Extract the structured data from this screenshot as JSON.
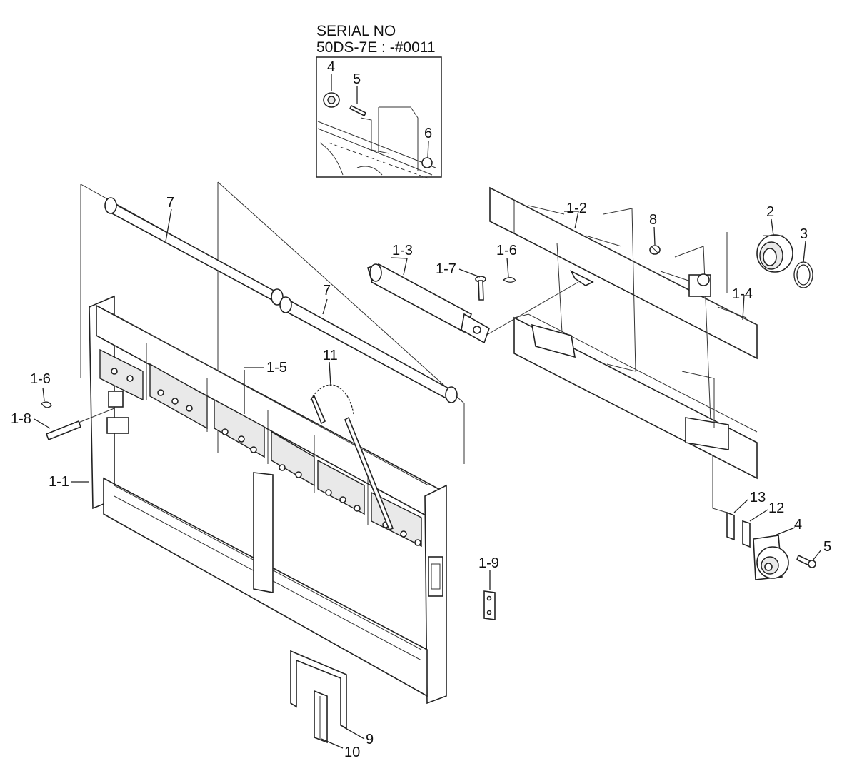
{
  "inset": {
    "serial_title": "SERIAL NO",
    "serial_value": "50DS-7E : -#0011",
    "labels": {
      "4": "4",
      "5": "5",
      "6": "6"
    }
  },
  "callouts": {
    "1-1": "1-1",
    "1-2": "1-2",
    "1-3": "1-3",
    "1-4": "1-4",
    "1-5": "1-5",
    "1-6a": "1-6",
    "1-6b": "1-6",
    "1-7": "1-7",
    "1-8": "1-8",
    "1-9": "1-9",
    "2": "2",
    "3": "3",
    "4": "4",
    "5": "5",
    "7a": "7",
    "7b": "7",
    "8": "8",
    "9": "9",
    "10": "10",
    "11": "11",
    "12": "12",
    "13": "13"
  }
}
